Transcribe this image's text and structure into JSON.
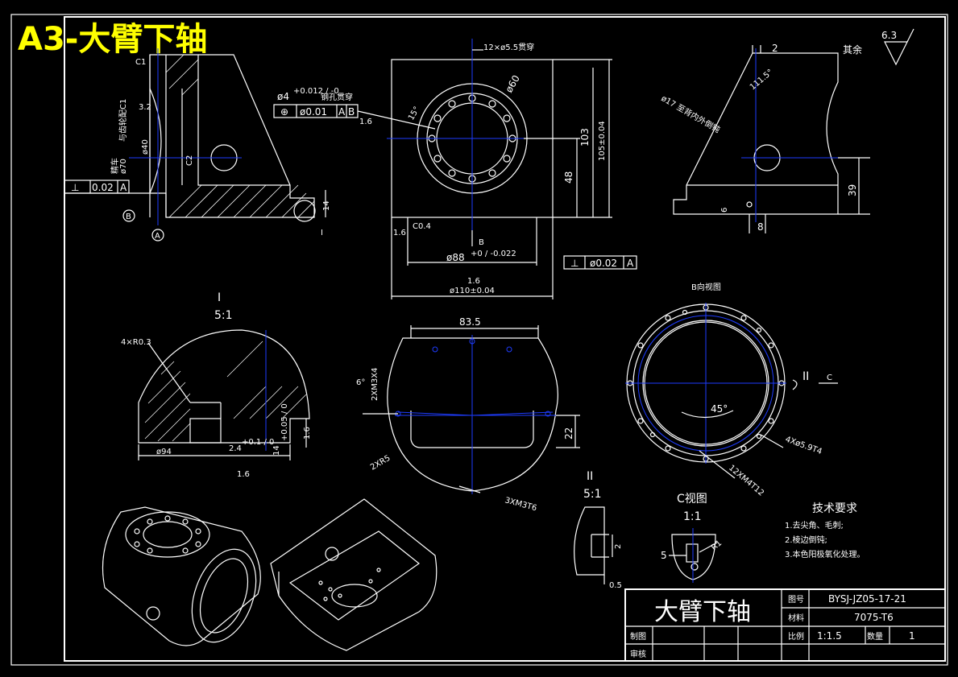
{
  "title": "A3-大臂下轴",
  "main_view": {
    "chamfer": "C1",
    "roughness_a": "3.2",
    "dia40": "ø40",
    "dia70": "ø70",
    "note_fine": "精车",
    "note_fit": "与齿轮配C1",
    "tolerance_box": [
      "⊥",
      "0.02",
      "A"
    ],
    "datum_b": "B",
    "datum_a": "A",
    "dim_14": "14",
    "detail_ref": "I",
    "c2": "C2"
  },
  "front_view": {
    "holes": "12×ø5.5贯穿",
    "hole4": "ø4",
    "hole4_tol": "+0.012 / -0",
    "hole4_note": "钢孔贯穿",
    "pos_tol": [
      "⊕",
      "ø0.01",
      "A",
      "B"
    ],
    "ra": "1.6",
    "angle": "15°",
    "dia60": "ø60",
    "dim_103": "103",
    "dim_105": "105±0.04",
    "dim_48": "48",
    "c04": "C0.4",
    "ra2": "1.6",
    "datum_b": "B",
    "dia88": "ø88",
    "dia88_tol": "+0 / -0.022",
    "perp_tol": [
      "⊥",
      "ø0.02",
      "A"
    ],
    "ra3": "1.6",
    "dia110": "ø110±0.04"
  },
  "side_view": {
    "rest": "其余",
    "rest_ra": "6.3",
    "dim_2": "2",
    "angle": "111.5°",
    "hole17": "ø17 至背内外倒钝",
    "dim_39": "39",
    "dim_6": "6",
    "dim_8": "8"
  },
  "detail_I": {
    "label": "I",
    "scale": "5:1",
    "radius": "4×R0.3",
    "dia94": "ø94",
    "dim24": "2.4",
    "dim24_tol": "+0.1 / 0",
    "dim14": "14",
    "dim14_tol": "+0.05 / 0",
    "ra": "1.6",
    "ra2": "1.6"
  },
  "bottom_view": {
    "dim835": "83.5",
    "threads": "2XM3X4",
    "angle": "6°",
    "radius": "2XR5",
    "dim22": "22",
    "threads2": "3XM3T6"
  },
  "view_b": {
    "label": "B向视图",
    "angle": "45°",
    "holes": "4Xø5.9T4",
    "threads": "12XM4T12",
    "ref": "II",
    "ref_c": "C"
  },
  "detail_II": {
    "label": "II",
    "scale": "5:1",
    "dim2": "2",
    "dim05": "0.5"
  },
  "view_c": {
    "label": "C视图",
    "scale": "1:1",
    "r1": "R1",
    "dim5": "5"
  },
  "tech": {
    "title": "技术要求",
    "items": [
      "1.去尖角、毛刺;",
      "2.棱边倒钝;",
      "3.本色阳极氧化处理。"
    ]
  },
  "titleblock": {
    "part_name": "大臂下轴",
    "drawing_no_label": "图号",
    "drawing_no": "BYSJ-JZ05-17-21",
    "material_label": "材料",
    "material": "7075-T6",
    "scale_label": "比例",
    "scale": "1:1.5",
    "qty_label": "数量",
    "qty": "1",
    "draw_label": "制图",
    "review_label": "审核"
  }
}
